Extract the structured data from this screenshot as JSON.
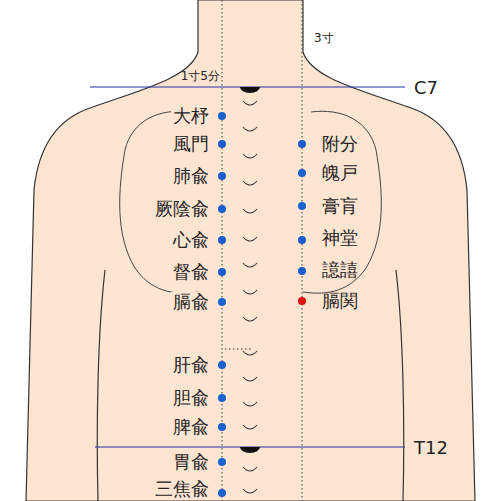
{
  "diagram": {
    "labels": [
      "3寸",
      "1寸5分",
      "C7",
      "大杼",
      "附分",
      "風門",
      "魄戸",
      "肺兪",
      "膏肓",
      "厥陰兪",
      "神堂",
      "心兪",
      "譩譆",
      "督兪",
      "膈関",
      "膈兪",
      "肝兪",
      "胆兪",
      "脾兪",
      "T12",
      "胃兪",
      "三焦兪"
    ]
  }
}
